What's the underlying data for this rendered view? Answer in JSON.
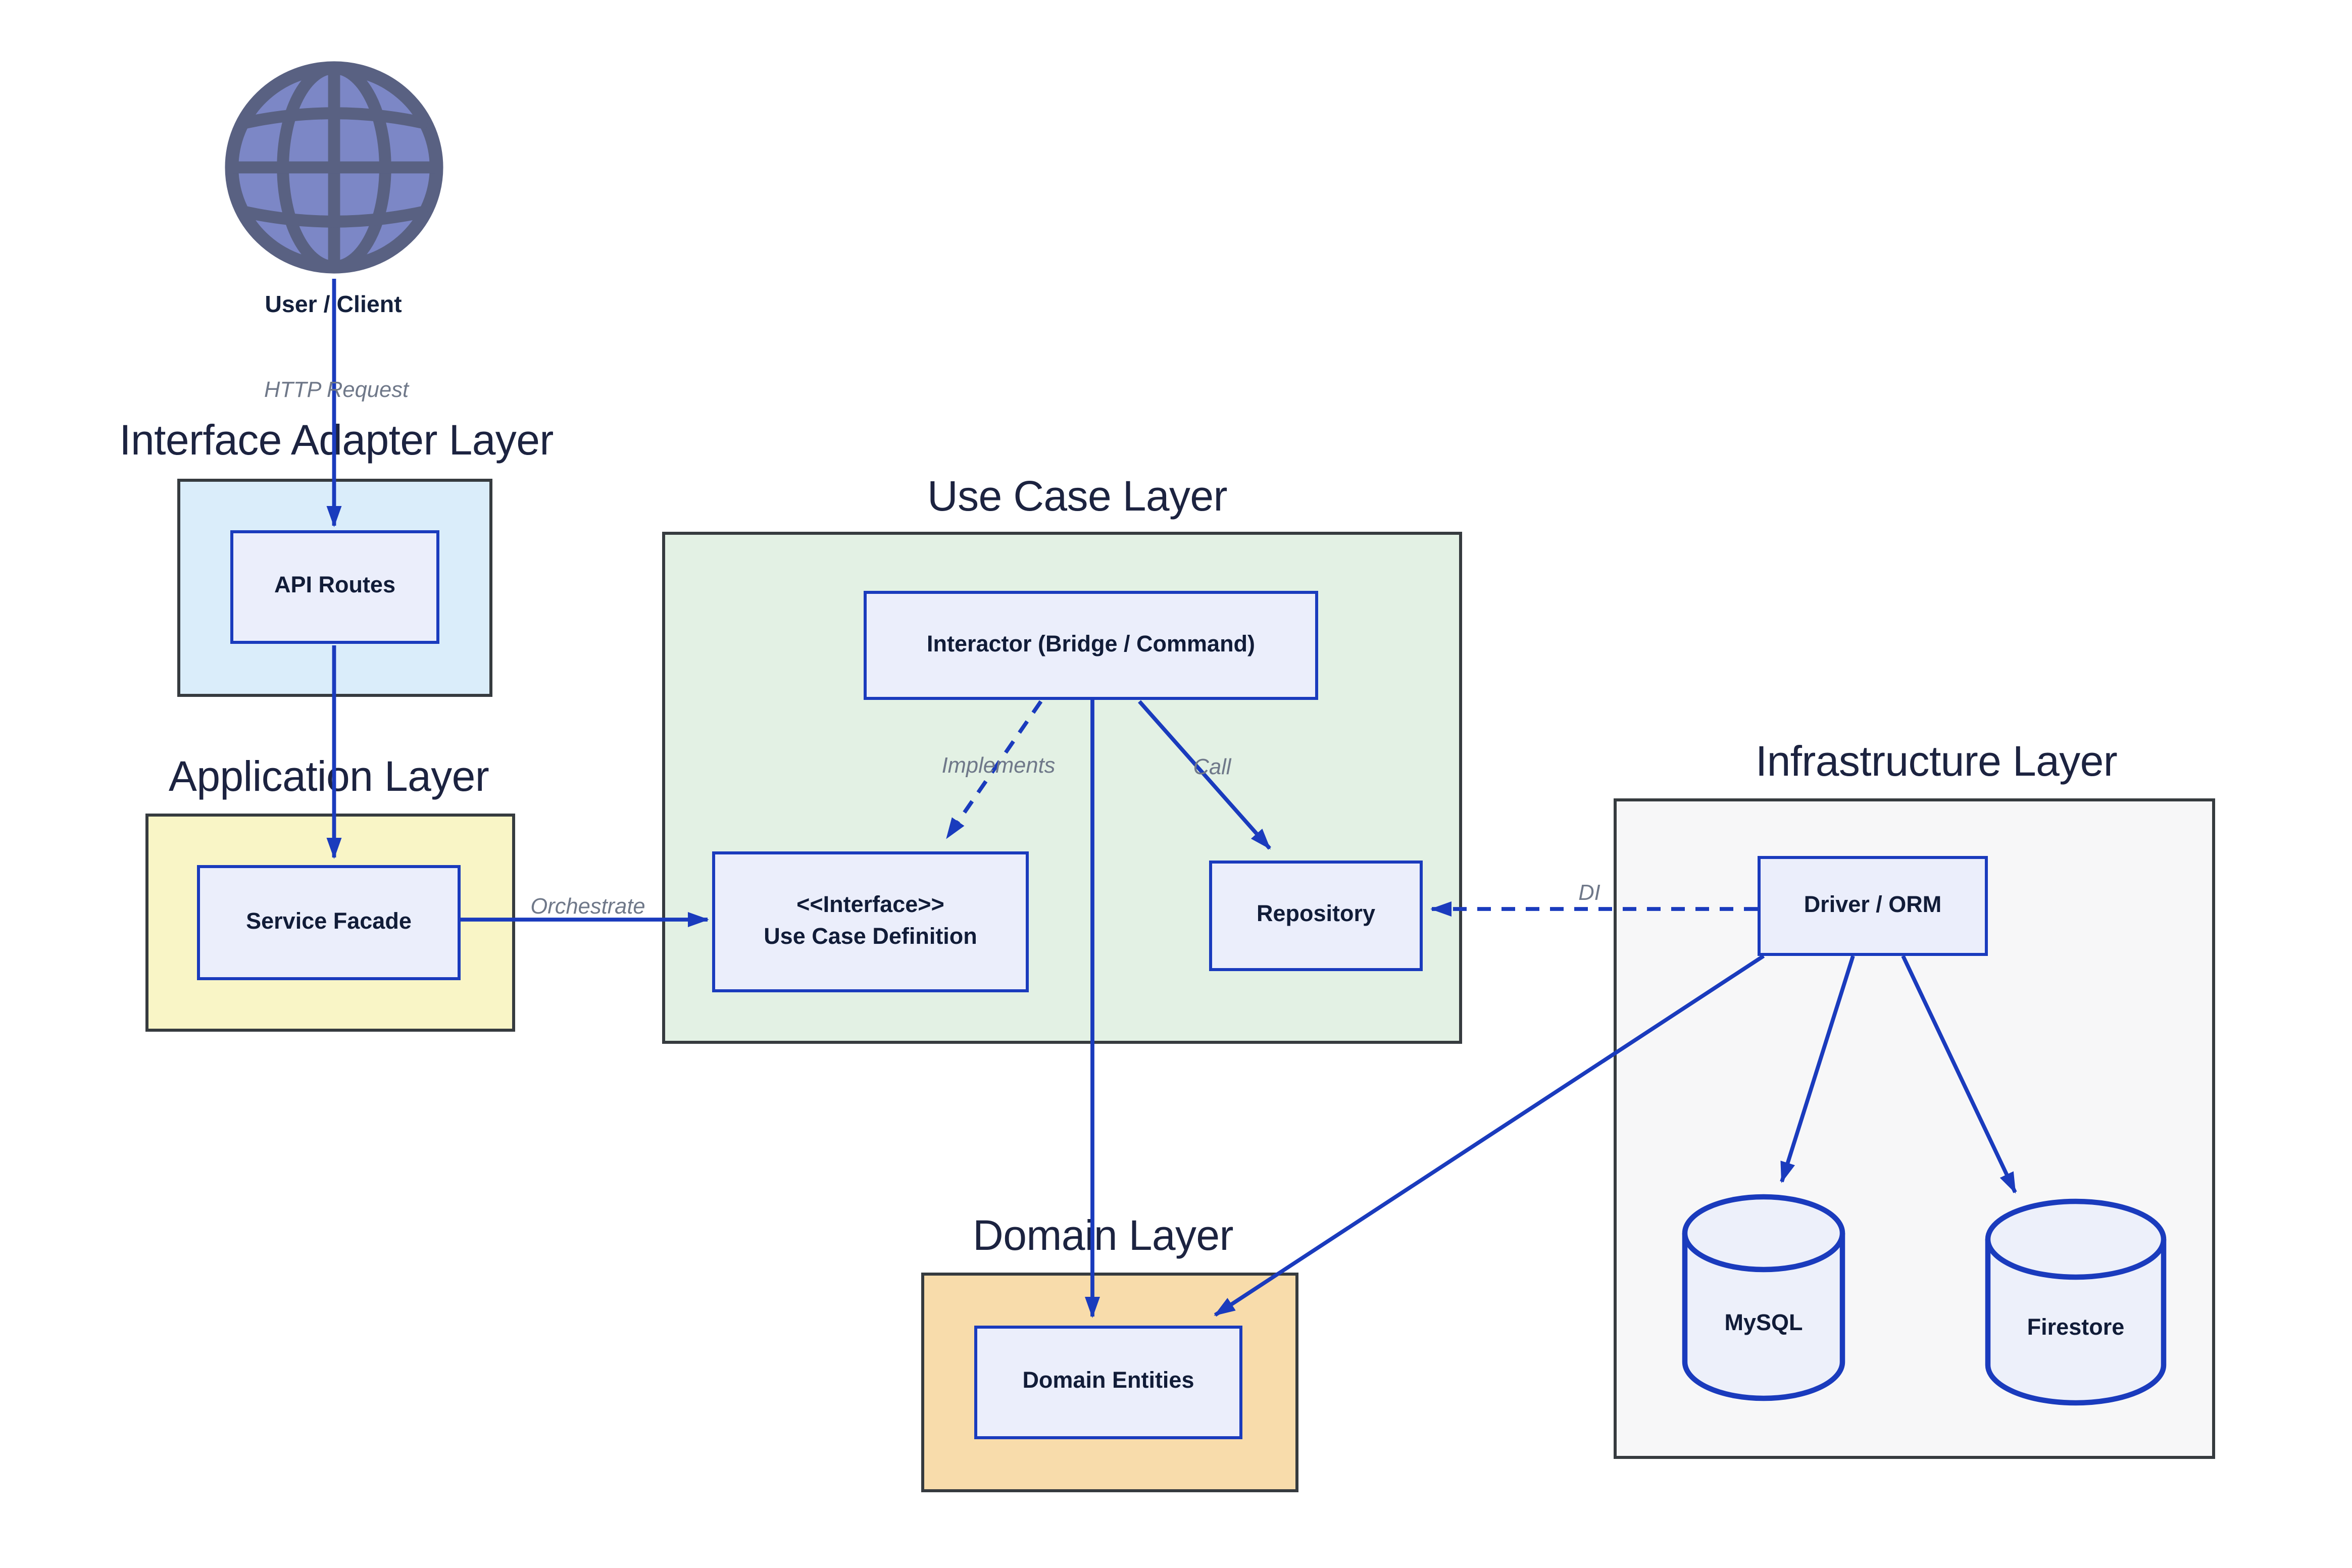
{
  "layers": {
    "interface_adapter": {
      "title": "Interface Adapter Layer"
    },
    "application": {
      "title": "Application Layer"
    },
    "use_case": {
      "title": "Use Case Layer"
    },
    "infrastructure": {
      "title": "Infrastructure Layer"
    },
    "domain": {
      "title": "Domain Layer"
    }
  },
  "nodes": {
    "user_client": {
      "label": "User / Client"
    },
    "api_routes": {
      "label": "API Routes"
    },
    "service_facade": {
      "label": "Service Facade"
    },
    "interactor": {
      "label": "Interactor (Bridge / Command)"
    },
    "use_case_definition": {
      "stereotype": "<<Interface>>",
      "label": "Use Case Definition"
    },
    "repository": {
      "label": "Repository"
    },
    "driver_orm": {
      "label": "Driver / ORM"
    },
    "mysql": {
      "label": "MySQL"
    },
    "firestore": {
      "label": "Firestore"
    },
    "domain_entities": {
      "label": "Domain Entities"
    }
  },
  "edges": {
    "http_request": {
      "label": "HTTP Request",
      "style": "solid"
    },
    "orchestrate": {
      "label": "Orchestrate",
      "style": "solid"
    },
    "implements": {
      "label": "Implements",
      "style": "dashed"
    },
    "call": {
      "label": "Call",
      "style": "solid"
    },
    "di": {
      "label": "DI",
      "style": "dashed"
    }
  },
  "colors": {
    "edge_blue": "#1a3bbd",
    "node_border": "#1a3bbd",
    "node_fill": "#ebeefb",
    "container_border": "#363b3f",
    "interface_adapter_bg": "#daedfa",
    "application_bg": "#f9f5c6",
    "use_case_bg": "#e3f1e4",
    "infrastructure_bg": "#f7f7f8",
    "domain_bg": "#f8dcab",
    "title_text": "#1c2340",
    "node_text": "#111c38",
    "edge_label_text": "#6f7889",
    "globe_fill": "#7c87c6",
    "globe_stroke": "#596182"
  }
}
